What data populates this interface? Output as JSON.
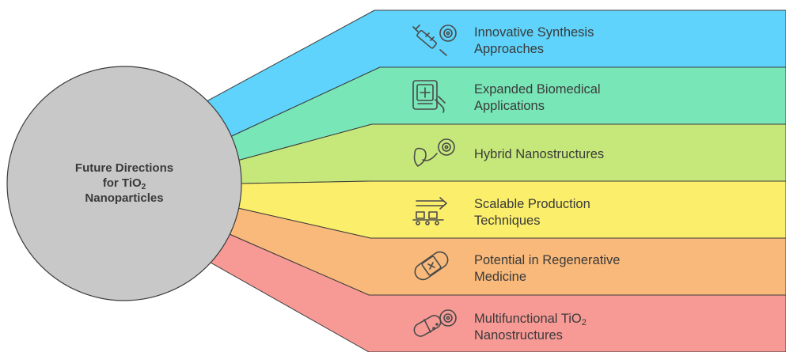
{
  "hub": {
    "line1": "Future Directions",
    "line2_prefix": "for TiO",
    "line2_sub": "2",
    "line3": "Nanoparticles"
  },
  "branches": [
    {
      "id": "innovative-synthesis",
      "line1": "Innovative Synthesis",
      "line2": "Approaches",
      "icon": "syringe-virus-icon",
      "color": "#5fd3fb"
    },
    {
      "id": "expanded-biomedical",
      "line1": "Expanded Biomedical",
      "line2": "Applications",
      "icon": "medical-tablet-icon",
      "color": "#78e6b6"
    },
    {
      "id": "hybrid-nanostructures",
      "line1": "Hybrid Nanostructures",
      "line2": "",
      "icon": "heart-nanoparticle-icon",
      "color": "#c6e87a"
    },
    {
      "id": "scalable-production",
      "line1": "Scalable Production",
      "line2": "Techniques",
      "icon": "conveyor-arrow-icon",
      "color": "#fbee6a"
    },
    {
      "id": "regenerative-medicine",
      "line1": "Potential in Regenerative",
      "line2": "Medicine",
      "icon": "bandage-icon",
      "color": "#f9b97a"
    },
    {
      "id": "multifunctional-tio2",
      "line1_prefix": "Multifunctional TiO",
      "line1_sub": "2",
      "line2": "Nanostructures",
      "icon": "pill-nanoparticle-icon",
      "color": "#f79a95"
    }
  ],
  "colors": {
    "hub_fill": "#c8c8c8",
    "hub_stroke": "#3c3c3c",
    "band_stroke": "#3c3c3c",
    "text": "#3a3a3a"
  }
}
